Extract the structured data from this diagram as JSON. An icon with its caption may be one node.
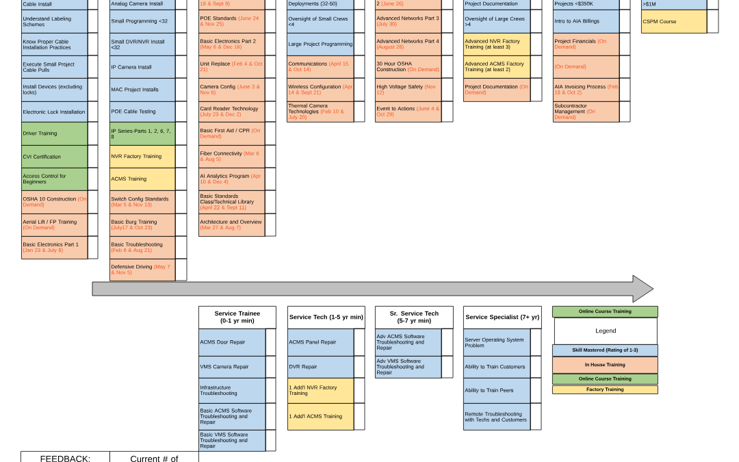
{
  "diagram": {
    "nodes": [
      {
        "text": [
          "Cable Install"
        ]
      },
      {
        "text": [
          "Understand Labeling Schemes"
        ]
      },
      {
        "text": [
          "Know Proper Cable Installation Practices"
        ]
      },
      {
        "text": [
          "Execute Small Project Cable Pulls"
        ]
      },
      {
        "text": [
          "Install Devices (excluding locks)"
        ]
      },
      {
        "text": [
          "Electronic Lock Installation"
        ]
      },
      {
        "text": [
          "Driver Training"
        ]
      },
      {
        "text": [
          "CVI Certification"
        ]
      },
      {
        "text": [
          "Access Control for Beginners"
        ]
      },
      {
        "text": [
          "OSHA 10 Construction",
          "(On Demand)"
        ]
      },
      {
        "text": [
          "Aerial Lift / FP Training",
          "(On Demand)"
        ]
      },
      {
        "text": [
          "Basic Electronics Part 1",
          "(Jan 23 & July 8)"
        ]
      },
      {
        "text": [
          "Analog Camera Install"
        ]
      },
      {
        "text": [
          "Small Programming <32"
        ]
      },
      {
        "text": [
          "Small DVR/NVR Install <32"
        ]
      },
      {
        "text": [
          "IP Camera Install"
        ]
      },
      {
        "text": [
          "MAC Project Installs"
        ]
      },
      {
        "text": [
          "POE Cable Testing"
        ]
      },
      {
        "text": [
          "IP Series-Parts 1, 2, 6, 7, 8"
        ]
      },
      {
        "text": [
          "NVR Factory Training"
        ]
      },
      {
        "text": [
          "ACMS Training"
        ]
      },
      {
        "text": [
          "Switch Config Standards",
          "(Mar 5 & Nov 13)"
        ]
      },
      {
        "text": [
          "Basic Burg Training",
          "(July17 & Oct 23)"
        ]
      },
      {
        "text": [
          "Basic Troubleshooting",
          "(Feb 6 & Aug 21)"
        ]
      },
      {
        "text": [
          "Defensive Driving",
          "(May 7 & Nov 5)"
        ]
      },
      {
        "text": [
          "18 & Sept 9)"
        ]
      },
      {
        "text": [
          "POE Standards",
          "(June 24 & Nov 25)"
        ]
      },
      {
        "text": [
          "Basic Electronics Part 2",
          "(May 6 & Dec 16)"
        ]
      },
      {
        "text": [
          "Unit Replace",
          "(Feb 4 & Oct 21)"
        ]
      },
      {
        "text": [
          "Camera Config",
          "(June 3 & Nov 6)"
        ]
      },
      {
        "text": [
          "Card Reader Technology",
          "(July 23 & Dec 2)"
        ]
      },
      {
        "text": [
          "Basic First Aid / CPR",
          "(On Demand)"
        ]
      },
      {
        "text": [
          "Fiber Connectivity",
          "(Mar 6 & Aug 5)"
        ]
      },
      {
        "text": [
          "AI Analytics Program",
          "(Apr 10 & Dec 4)"
        ]
      },
      {
        "text": [
          "Basic Standards Class/Technical Library",
          "(April 22 & Sept 11)"
        ]
      },
      {
        "text": [
          "Architecture and Overview",
          "(Mar 27 & Aug 7)"
        ]
      },
      {
        "text": [
          "Deployments (32-50)"
        ]
      },
      {
        "text": [
          "Oversight of Small Crews <4"
        ]
      },
      {
        "text": [
          "Large Project Programming"
        ]
      },
      {
        "text": [
          "Communications",
          "(April 15 & Oct 14)"
        ]
      },
      {
        "text": [
          "Wireless Configuration",
          "(Apr 14 & Sept 21)"
        ]
      },
      {
        "text": [
          "Thermal Camera Technologies",
          "(Feb 10 & July 20)"
        ]
      },
      {
        "text": [
          "2",
          "(June 26)"
        ]
      },
      {
        "text": [
          "Advanced Networks Part 3",
          "(July 30)"
        ]
      },
      {
        "text": [
          "Advanced Networks Part 4",
          "(August 28)"
        ]
      },
      {
        "text": [
          "30 Hour OSHA Construction",
          "(On Demand)"
        ]
      },
      {
        "text": [
          "High Voltage Safety",
          "(Nov 12)"
        ]
      },
      {
        "text": [
          "Event to Actions",
          "(June 4 & Oct 29)"
        ]
      },
      {
        "text": [
          "Project Documentation"
        ]
      },
      {
        "text": [
          "Oversight of Large Crews >4"
        ]
      },
      {
        "text": [
          "Advanced NVR Factory Training (at least 3)"
        ]
      },
      {
        "text": [
          "Advanced ACMS Factory Training (at least 2)"
        ]
      },
      {
        "text": [
          "Project Documentation",
          "(On Demand)"
        ]
      },
      {
        "text": [
          "Projects <$350K"
        ]
      },
      {
        "text": [
          "Intro to AIA Billings"
        ]
      },
      {
        "text": [
          "Project Financials",
          "(On Demand)"
        ]
      },
      {
        "text": [
          "(On Demand)"
        ]
      },
      {
        "text": [
          "AIA Invoicing Process",
          "(Feb 18 & Oct 2)"
        ]
      },
      {
        "text": [
          "Subcontractor Management",
          "(On Demand)"
        ]
      },
      {
        "text": [
          ">$1M"
        ]
      },
      {
        "text": [
          "CSPM Course"
        ]
      },
      {
        "text": [
          "Service Trainee (0-1 yr min)"
        ]
      },
      {
        "text": [
          "ACMS Door Repair"
        ]
      },
      {
        "text": [
          "VMS Camera Repair"
        ]
      },
      {
        "text": [
          "Infrastructure Troubleshooting"
        ]
      },
      {
        "text": [
          "Basic ACMS Software Troubleshooting and Repair"
        ]
      },
      {
        "text": [
          "Basic VMS Software Troubleshooting and Repair"
        ]
      },
      {
        "text": [
          "Service Tech (1-5 yr min)"
        ]
      },
      {
        "text": [
          "ACMS Panel Repair"
        ]
      },
      {
        "text": [
          "DVR Repair"
        ]
      },
      {
        "text": [
          "1 Add'l NVR Factory Training"
        ]
      },
      {
        "text": [
          "1 Add'l ACMS Training"
        ]
      },
      {
        "text": [
          "Sr. Service Tech (5-7 yr min)"
        ]
      },
      {
        "text": [
          "Adv ACMS Software Troubleshooting and Repair"
        ]
      },
      {
        "text": [
          "Adv VMS Software Troubleshooting and Repair"
        ]
      },
      {
        "text": [
          "Service Specialist (7+ yr)"
        ]
      },
      {
        "text": [
          "Server Operating System Problem"
        ]
      },
      {
        "text": [
          "Ability to Train Customers"
        ]
      },
      {
        "text": [
          "Ability to Train Peers"
        ]
      },
      {
        "text": [
          "Remote Troubleshooting with Techs and Customers"
        ]
      },
      {
        "text": [
          "Legend"
        ]
      },
      {
        "text": [
          "FEEDBACK:"
        ]
      },
      {
        "text": [
          "Current # of"
        ]
      }
    ],
    "legend": [
      {
        "text": "Online Course Training",
        "color": "#a9d08e"
      },
      {
        "text": "Skill Mastered (Rating of 1-3)",
        "color": "#bdd7ee"
      },
      {
        "text": "In House Training",
        "color": "#f8cbad"
      },
      {
        "text": "Online Course Training",
        "color": "#a9d08e"
      },
      {
        "text": "Factory Training",
        "color": "#ffe699"
      }
    ]
  }
}
